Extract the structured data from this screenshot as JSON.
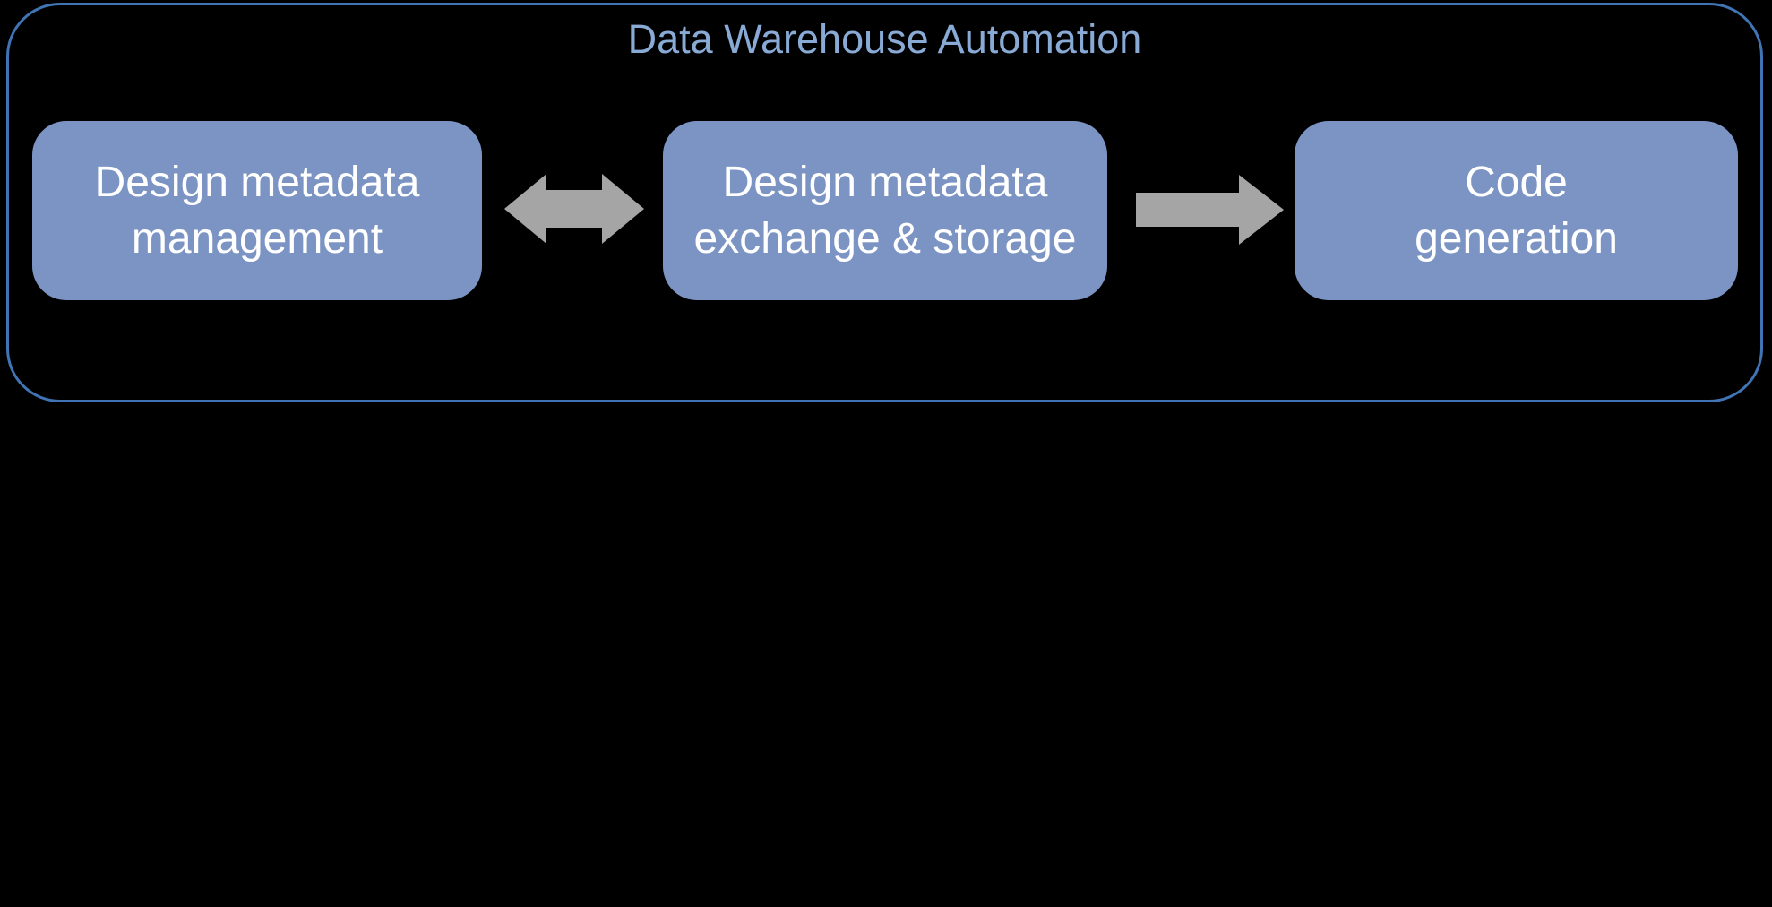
{
  "canvas": {
    "background": "#000000"
  },
  "group": {
    "title": "Data Warehouse Automation",
    "title_color": "#88AAD5",
    "border_color": "#4074B4"
  },
  "nodes": [
    {
      "id": "design-metadata-management",
      "lines": [
        "Design metadata",
        "management"
      ]
    },
    {
      "id": "design-metadata-exchange-storage",
      "lines": [
        "Design metadata",
        "exchange & storage"
      ]
    },
    {
      "id": "code-generation",
      "lines": [
        "Code",
        "generation"
      ]
    }
  ],
  "connectors": [
    {
      "id": "management-exchange",
      "type": "double-headed-arrow",
      "direction": "bidirectional",
      "color": "#A5A5A5"
    },
    {
      "id": "exchange-codegen",
      "type": "single-headed-arrow",
      "direction": "right",
      "color": "#A5A5A5"
    }
  ],
  "node_style": {
    "fill": "#7B94C3",
    "text_color": "#FFFFFF"
  }
}
